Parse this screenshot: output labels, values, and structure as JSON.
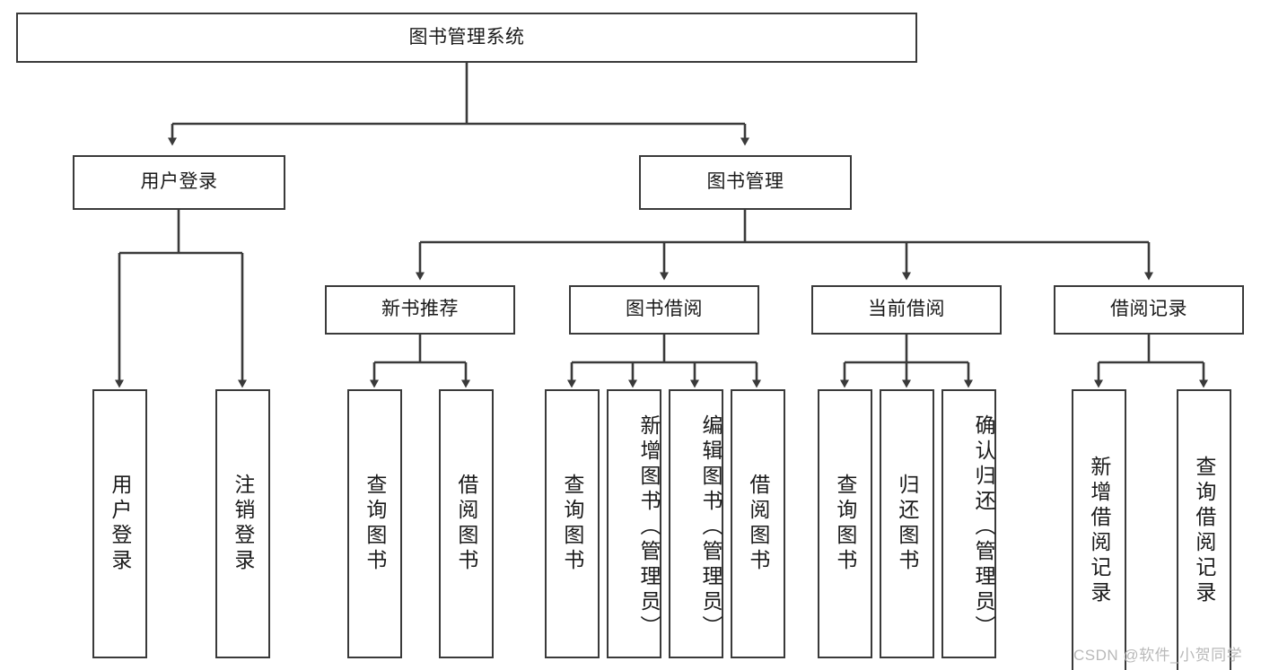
{
  "diagram": {
    "title": "图书管理系统",
    "type": "tree",
    "watermark": "CSDN @软件_小贺同学"
  },
  "root": {
    "label": "图书管理系统"
  },
  "level1": [
    {
      "label": "用户登录"
    },
    {
      "label": "图书管理"
    }
  ],
  "level2": [
    {
      "label": "新书推荐"
    },
    {
      "label": "图书借阅"
    },
    {
      "label": "当前借阅"
    },
    {
      "label": "借阅记录"
    }
  ],
  "leaves": {
    "user_login": [
      {
        "label": "用户登录"
      },
      {
        "label": "注销登录"
      }
    ],
    "new_book": [
      {
        "label": "查询图书"
      },
      {
        "label": "借阅图书"
      }
    ],
    "book_borrow": [
      {
        "label": "查询图书"
      },
      {
        "label": "新增图书（管理员）"
      },
      {
        "label": "编辑图书（管理员）"
      },
      {
        "label": "借阅图书"
      }
    ],
    "current_borrow": [
      {
        "label": "查询图书"
      },
      {
        "label": "归还图书"
      },
      {
        "label": "确认归还（管理员）"
      }
    ],
    "borrow_record": [
      {
        "label": "新增借阅记录"
      },
      {
        "label": "查询借阅记录"
      }
    ]
  },
  "colors": {
    "stroke": "#3a3a3a",
    "background": "#ffffff",
    "text": "#1a1a1a",
    "watermark": "#b9b9b9"
  }
}
